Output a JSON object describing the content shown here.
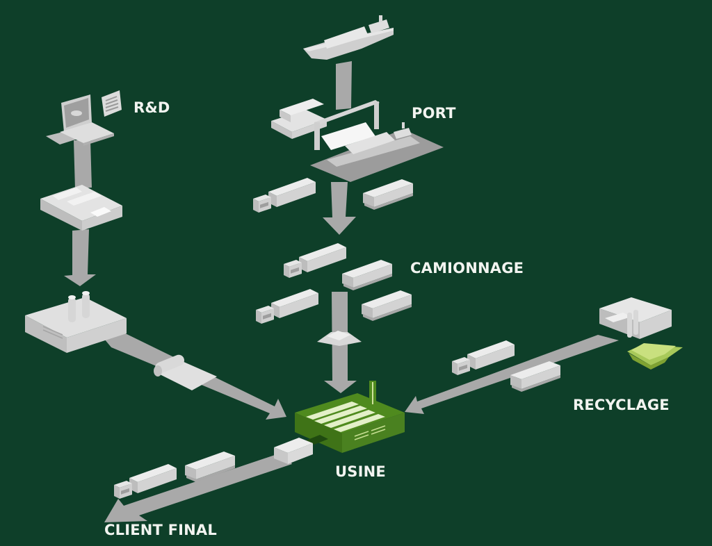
{
  "diagram": {
    "title": "Supply chain flow",
    "colors": {
      "background": "#0e3f29",
      "flow": "#a9a9a9",
      "object": "#d9d9d9",
      "factory_accent": "#4f8a1e",
      "label": "#f2f4f0"
    },
    "nodes": [
      {
        "id": "rnd",
        "label": "R&D",
        "icon": "laptop-document-icon"
      },
      {
        "id": "port",
        "label": "PORT",
        "icon": "ship-crane-icon"
      },
      {
        "id": "trucking",
        "label": "CAMIONNAGE",
        "icon": "trucks-icon"
      },
      {
        "id": "recycling",
        "label": "RECYCLAGE",
        "icon": "recycling-plant-icon"
      },
      {
        "id": "plant",
        "label": "USINE",
        "icon": "green-factory-icon"
      },
      {
        "id": "client",
        "label": "CLIENT FINAL",
        "icon": "delivery-trucks-icon"
      }
    ],
    "edges": [
      {
        "from": "rnd",
        "to": "prototype-workshop"
      },
      {
        "from": "prototype-workshop",
        "to": "supplier-factory"
      },
      {
        "from": "supplier-factory",
        "to": "plant"
      },
      {
        "from": "ship",
        "to": "port"
      },
      {
        "from": "port",
        "to": "trucking"
      },
      {
        "from": "trucking",
        "to": "plant"
      },
      {
        "from": "recycling",
        "to": "plant"
      },
      {
        "from": "plant",
        "to": "client"
      }
    ]
  }
}
